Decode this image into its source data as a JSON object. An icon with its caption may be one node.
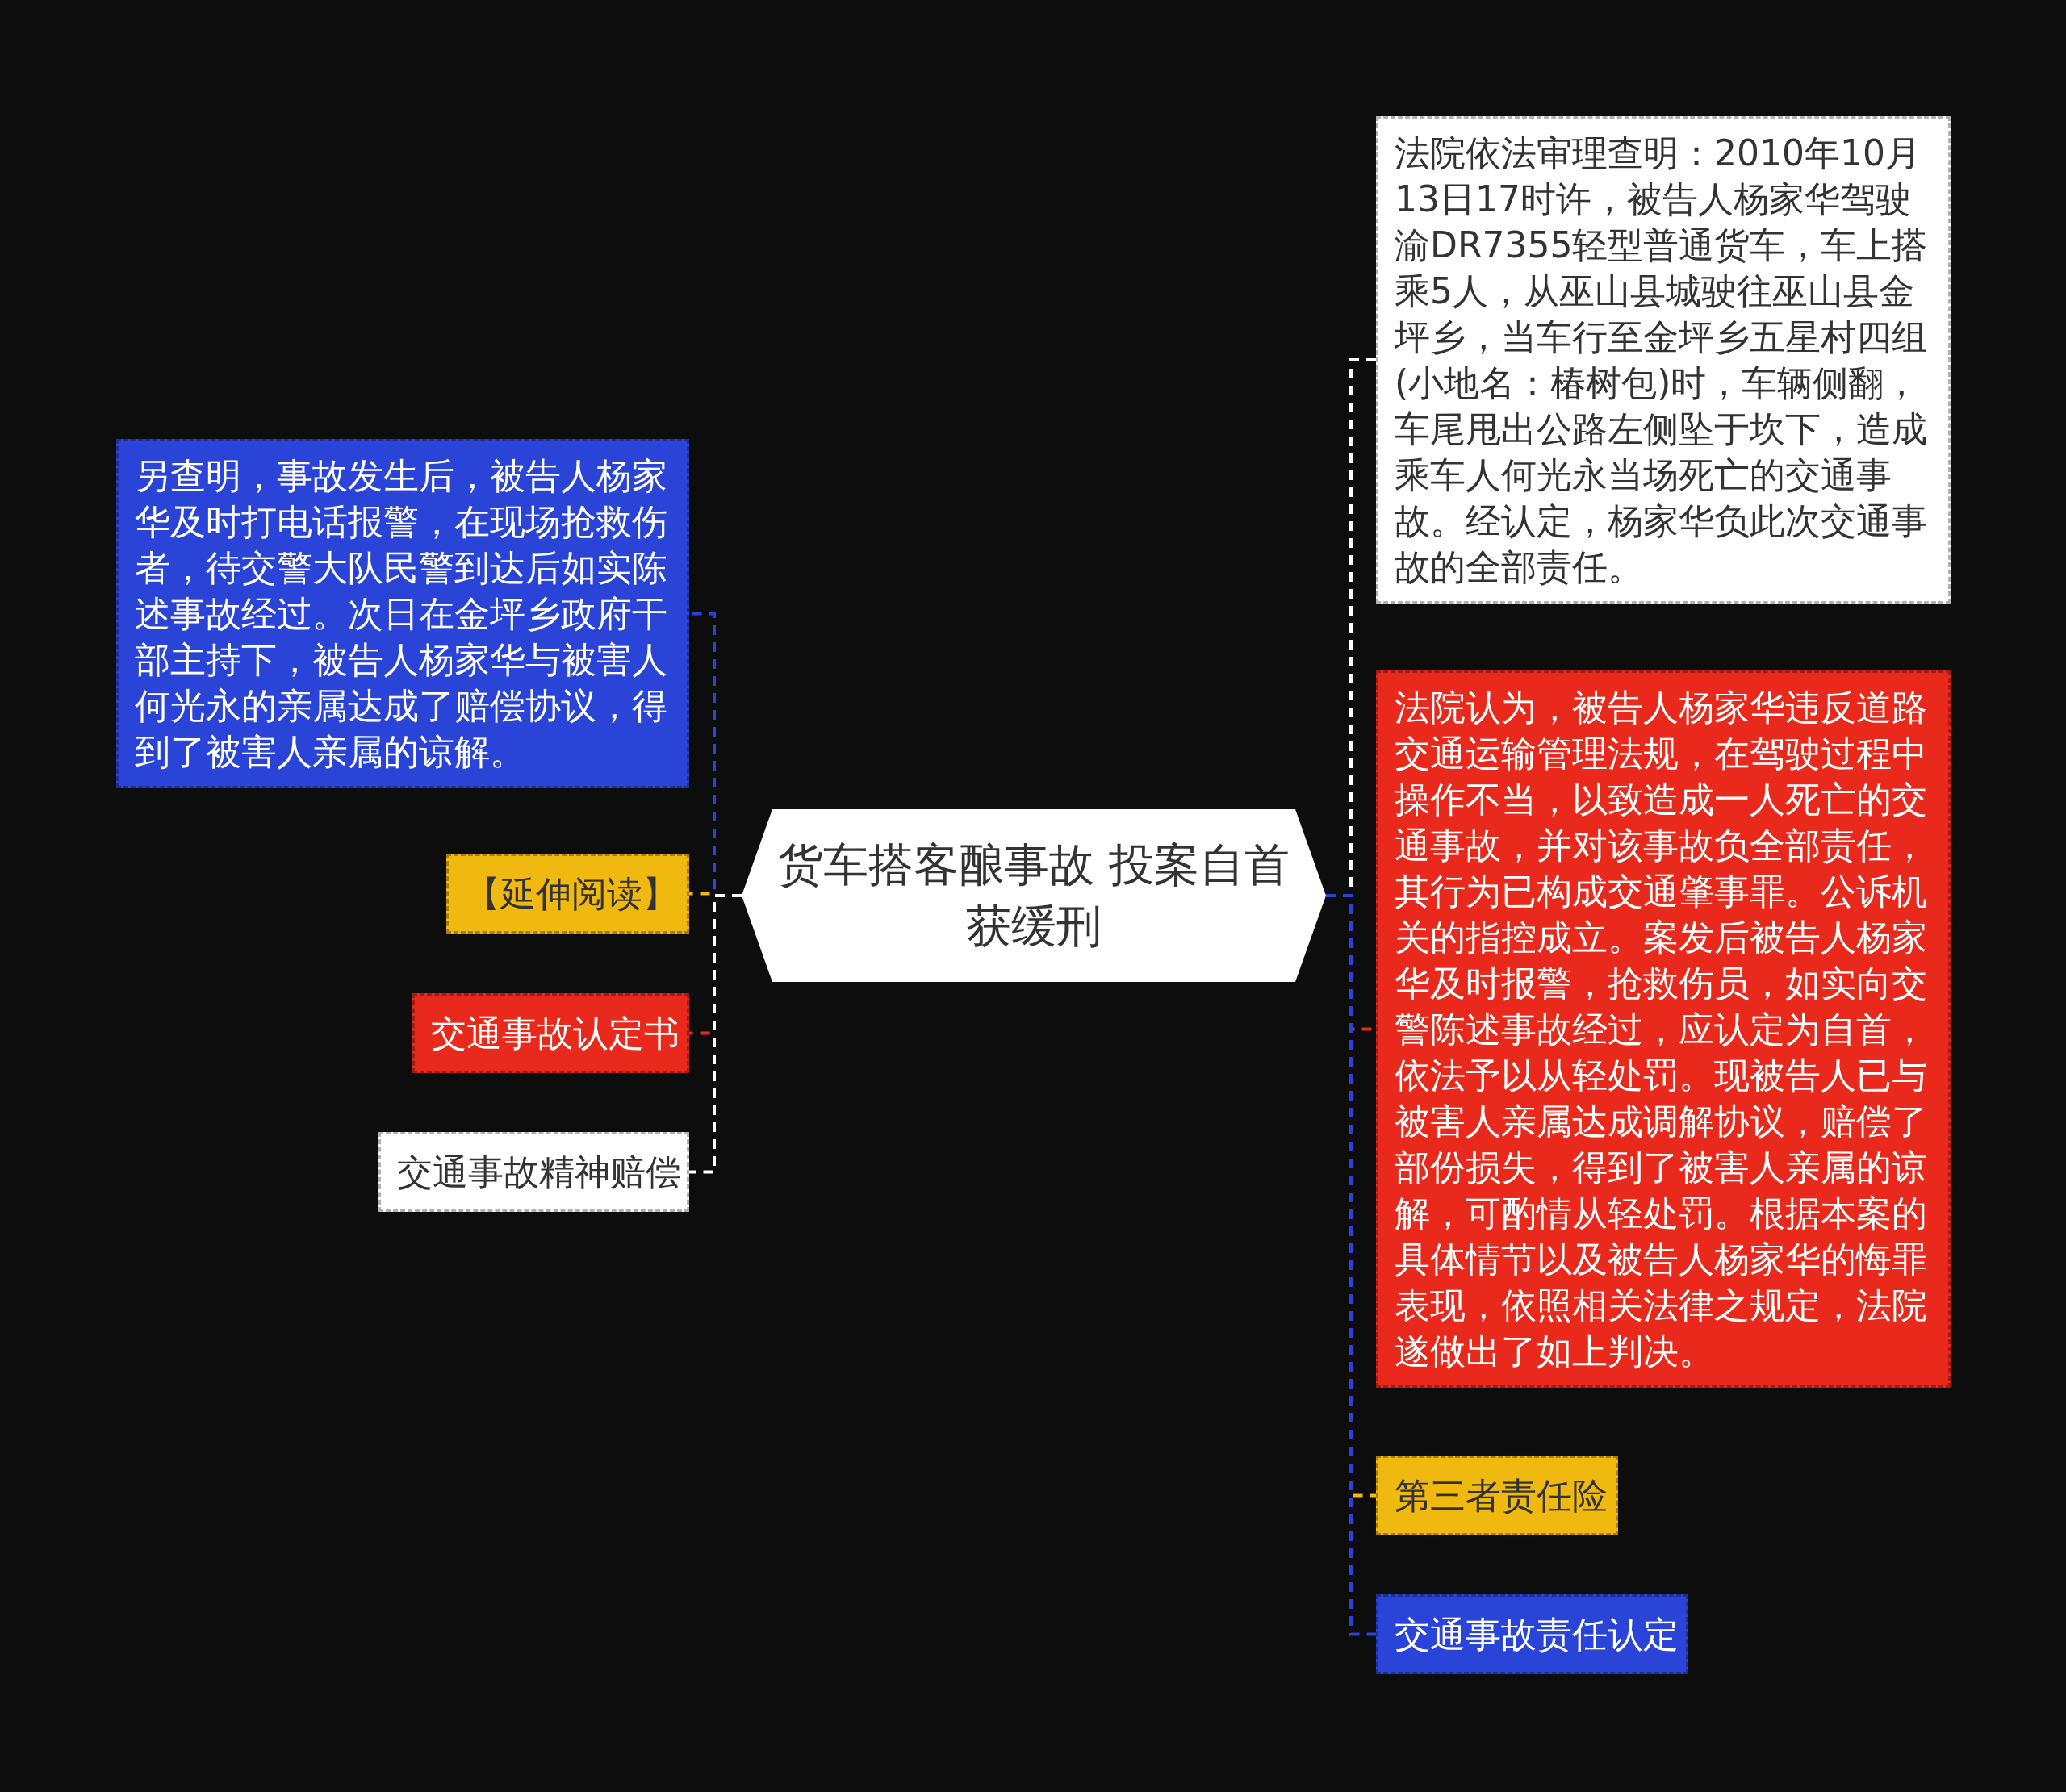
{
  "diagram": {
    "nodes": [
      {
        "text": [
          "货车搭客酿事故 投案自首获缓刑"
        ]
      },
      {
        "text": [
          "另查明，事故发生后，被告人杨家华及时打电话报警，在现场抢救伤者，待交警大队民警到达后如实陈述事故经过。次日在金坪乡政府干部主持下，被告人杨家华与被害人何光永的亲属达成了赔偿协议，得到了被害人亲属的谅解。"
        ]
      },
      {
        "text": [
          "【延伸阅读】"
        ]
      },
      {
        "text": [
          "交通事故认定书"
        ]
      },
      {
        "text": [
          "交通事故精神赔偿"
        ]
      },
      {
        "text": [
          "法院依法审理查明：2010年10月13日17时许，被告人杨家华驾驶渝DR7355轻型普通货车，车上搭乘5人，从巫山县城驶往巫山县金坪乡，当车行至金坪乡五星村四组(小地名：椿树包)时，车辆侧翻，车尾甩出公路左侧坠于坎下，造成乘车人何光永当场死亡的交通事故。经认定，杨家华负此次交通事故的全部责任。"
        ]
      },
      {
        "text": [
          "法院认为，被告人杨家华违反道路交通运输管理法规，在驾驶过程中操作不当，以致造成一人死亡的交通事故，并对该事故负全部责任，其行为已构成交通肇事罪。公诉机关的指控成立。案发后被告人杨家华及时报警，抢救伤员，如实向交警陈述事故经过，应认定为自首，依法予以从轻处罚。现被告人已与被害人亲属达成调解协议，赔偿了部份损失，得到了被害人亲属的谅解，可酌情从轻处罚。根据本案的具体情节以及被告人杨家华的悔罪表现，依照相关法律之规定，法院遂做出了如上判决。"
        ]
      },
      {
        "text": [
          "第三者责任险"
        ]
      },
      {
        "text": [
          "交通事故责任认定"
        ]
      }
    ],
    "edges": [
      {
        "from": 0,
        "to": 1,
        "arrow": "none",
        "style": "dashed",
        "color": "#2a44d8"
      },
      {
        "from": 0,
        "to": 2,
        "arrow": "none",
        "style": "dashed",
        "color": "#f0b90f"
      },
      {
        "from": 0,
        "to": 3,
        "arrow": "none",
        "style": "dashed",
        "color": "#e8291b"
      },
      {
        "from": 0,
        "to": 4,
        "arrow": "none",
        "style": "dashed",
        "color": "#ffffff"
      },
      {
        "from": 0,
        "to": 5,
        "arrow": "none",
        "style": "dashed",
        "color": "#ffffff"
      },
      {
        "from": 0,
        "to": 6,
        "arrow": "none",
        "style": "dashed",
        "color": "#e8291b"
      },
      {
        "from": 0,
        "to": 7,
        "arrow": "none",
        "style": "dashed",
        "color": "#f0b90f"
      },
      {
        "from": 0,
        "to": 8,
        "arrow": "none",
        "style": "dashed",
        "color": "#2a44d8"
      }
    ]
  }
}
